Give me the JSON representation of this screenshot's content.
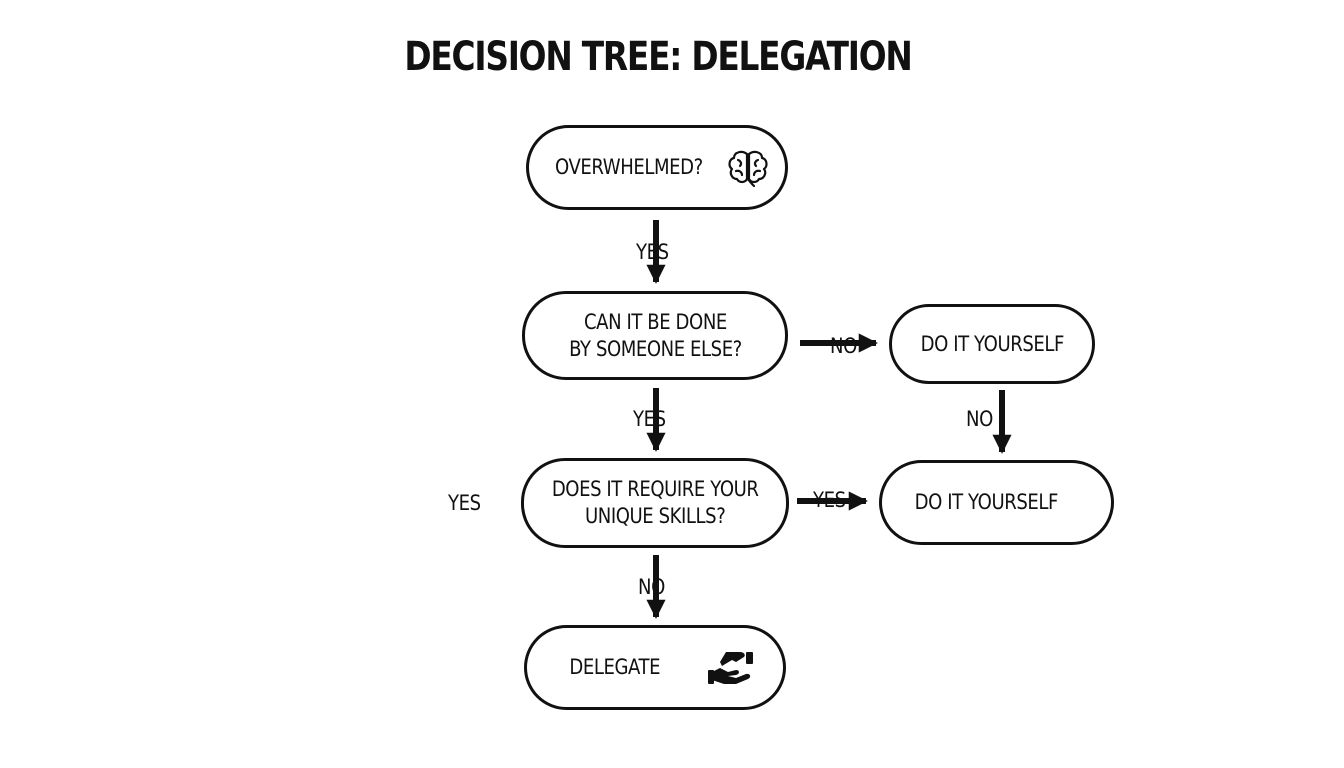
{
  "title": "DECISION TREE: DELEGATION",
  "nodes": {
    "overwhelmed": "OVERWHELMED?",
    "done_by_else": "CAN IT BE DONE\nBY SOMEONE ELSE?",
    "do_yourself_1": "DO IT YOURSELF",
    "unique_skills": "DOES IT REQUIRE YOUR\nUNIQUE SKILLS?",
    "do_yourself_2": "DO IT YOURSELF",
    "delegate": "DELEGATE"
  },
  "labels": {
    "yes_1": "YES",
    "no_right_1": "NO",
    "yes_2": "YES",
    "no_down_right": "NO",
    "yes_left": "YES",
    "yes_right_2": "YES",
    "no_bottom": "NO"
  },
  "icons": {
    "overwhelmed": "brain-icon",
    "delegate": "handshake-icon"
  },
  "colors": {
    "stroke": "#111111",
    "background": "#ffffff"
  }
}
